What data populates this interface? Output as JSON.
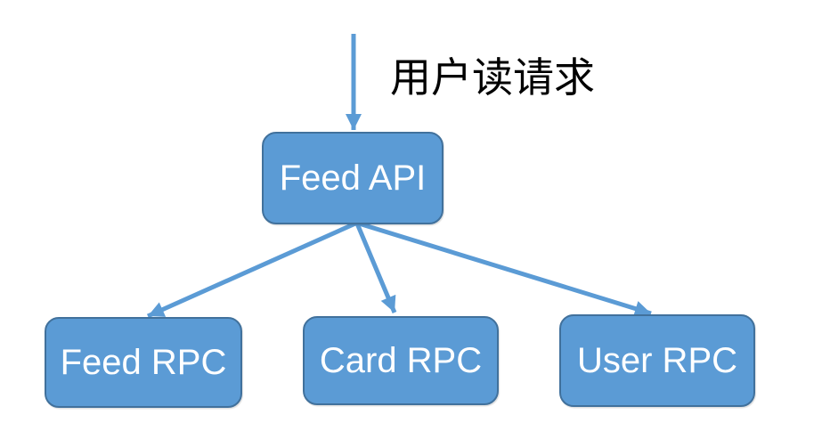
{
  "diagram": {
    "request_label": "用户读请求",
    "nodes": [
      {
        "id": "feed-api",
        "label": "Feed API"
      },
      {
        "id": "feed-rpc",
        "label": "Feed RPC"
      },
      {
        "id": "card-rpc",
        "label": "Card RPC"
      },
      {
        "id": "user-rpc",
        "label": "User RPC"
      }
    ],
    "edges": [
      {
        "from": "user-read-request",
        "to": "feed-api"
      },
      {
        "from": "feed-api",
        "to": "feed-rpc"
      },
      {
        "from": "feed-api",
        "to": "card-rpc"
      },
      {
        "from": "feed-api",
        "to": "user-rpc"
      }
    ],
    "colors": {
      "node_fill": "#5B9BD5",
      "node_border": "#41719C",
      "arrow_color": "#5B9BD5",
      "node_text": "#FFFFFF",
      "label_text": "#000000"
    }
  }
}
